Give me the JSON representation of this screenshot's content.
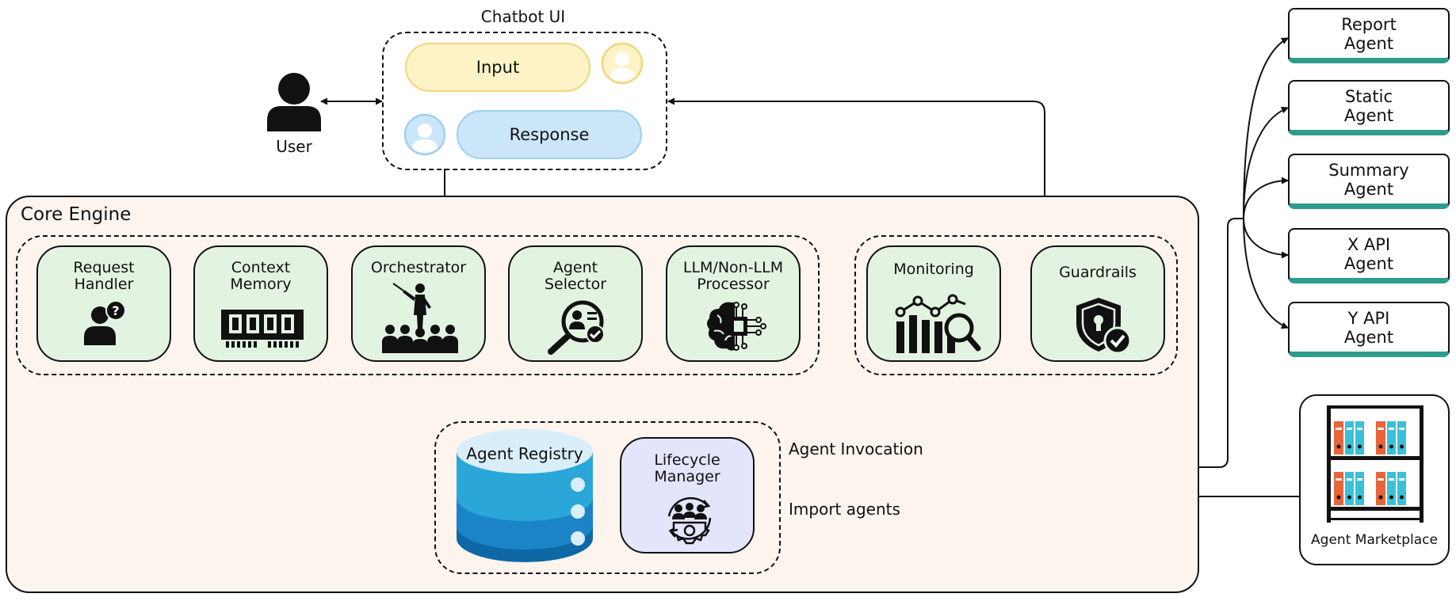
{
  "chatbot": {
    "title": "Chatbot UI",
    "input_label": "Input",
    "response_label": "Response"
  },
  "user": {
    "label": "User"
  },
  "core": {
    "title": "Core Engine",
    "components": [
      {
        "line1": "Request",
        "line2": "Handler",
        "icon": "user-question-icon"
      },
      {
        "line1": "Context",
        "line2": "Memory",
        "icon": "memory-chip-icon"
      },
      {
        "line1": "Orchestrator",
        "line2": "",
        "icon": "conductor-icon"
      },
      {
        "line1": "Agent",
        "line2": "Selector",
        "icon": "magnifier-user-icon"
      },
      {
        "line1": "LLM/Non-LLM",
        "line2": "Processor",
        "icon": "brain-chip-icon"
      }
    ],
    "monitoring": {
      "label": "Monitoring",
      "icon": "chart-magnifier-icon"
    },
    "guardrails": {
      "label": "Guardrails",
      "icon": "shield-check-icon"
    },
    "registry": {
      "label": "Agent Registry",
      "icon": "database-icon"
    },
    "lifecycle": {
      "line1": "Lifecycle",
      "line2": "Manager",
      "icon": "gear-people-icon"
    }
  },
  "links": {
    "invocation": "Agent Invocation",
    "import": "Import agents"
  },
  "agents": [
    {
      "line1": "Report",
      "line2": "Agent"
    },
    {
      "line1": "Static",
      "line2": "Agent"
    },
    {
      "line1": "Summary",
      "line2": "Agent"
    },
    {
      "line1": "X API",
      "line2": "Agent"
    },
    {
      "line1": "Y API",
      "line2": "Agent"
    }
  ],
  "marketplace": {
    "label": "Agent Marketplace",
    "icon": "bookshelf-icon"
  },
  "colors": {
    "input_fill": "#fdf3c7",
    "input_border": "#f3d577",
    "response_fill": "#cce6f9",
    "response_border": "#9fd0ef",
    "component_fill": "#e2f4e1",
    "core_fill": "#fdf4ee",
    "lifecycle_fill": "#e3e6fb",
    "agent_accent": "#2e9c8c",
    "db_top": "#d9eef9",
    "db_1": "#2aa7d8",
    "db_2": "#1a84c7",
    "db_3": "#0d68a5",
    "binder_orange": "#e8643a",
    "binder_cyan": "#3cc0d8"
  }
}
